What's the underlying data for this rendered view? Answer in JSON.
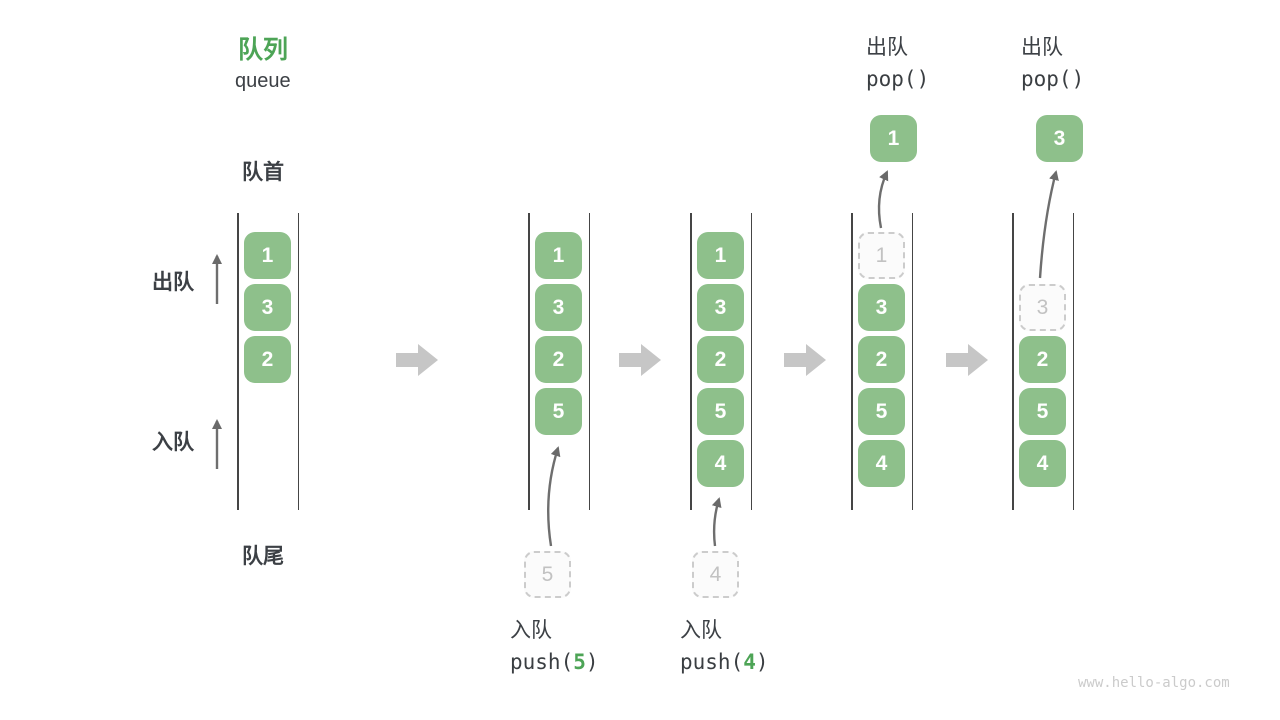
{
  "page": {
    "title_zh": "队列",
    "title_en": "queue",
    "watermark": "www.hello-algo.com"
  },
  "labels": {
    "front": "队首",
    "rear": "队尾",
    "dequeue": "出队",
    "enqueue": "入队"
  },
  "operations": {
    "push5": {
      "label_zh": "入队",
      "fn_prefix": "push(",
      "arg": "5",
      "fn_suffix": ")"
    },
    "push4": {
      "label_zh": "入队",
      "fn_prefix": "push(",
      "arg": "4",
      "fn_suffix": ")"
    },
    "pop1": {
      "label_zh": "出队",
      "fn": "pop()"
    },
    "pop2": {
      "label_zh": "出队",
      "fn": "pop()"
    }
  },
  "states": [
    {
      "cells": [
        "1",
        "3",
        "2"
      ]
    },
    {
      "cells": [
        "1",
        "3",
        "2",
        "5"
      ],
      "incoming": "5"
    },
    {
      "cells": [
        "1",
        "3",
        "2",
        "5",
        "4"
      ],
      "incoming": "4"
    },
    {
      "cells": [
        "3",
        "2",
        "5",
        "4"
      ],
      "ghost": "1",
      "popped": "1"
    },
    {
      "cells": [
        "2",
        "5",
        "4"
      ],
      "ghost": "3",
      "popped": "3"
    }
  ],
  "colors": {
    "accent-green": "#4DA456",
    "cell-green": "#8EC08B",
    "cell-text": "#FFFFFF",
    "ghost-border": "#CCCCCC",
    "ghost-text": "#C2C2C2",
    "text-dark": "#3C4045",
    "flow-arrow": "#C6C6C6",
    "thin-arrow": "#6E6E6E",
    "rail": "#454545",
    "watermark": "#CBCBCB"
  }
}
